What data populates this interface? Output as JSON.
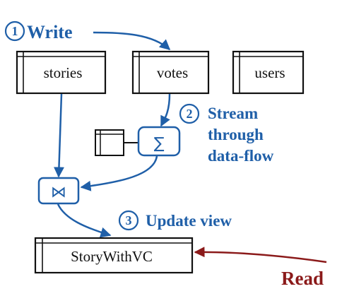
{
  "steps": {
    "write": {
      "number": "1",
      "label": "Write"
    },
    "stream": {
      "number": "2",
      "line1": "Stream",
      "line2": "through",
      "line3": "data-flow"
    },
    "update": {
      "number": "3",
      "label": "Update view"
    }
  },
  "tables": {
    "stories": "stories",
    "votes": "votes",
    "users": "users"
  },
  "operators": {
    "sum": "∑",
    "join": "⋈"
  },
  "view": {
    "label": "StoryWithVC"
  },
  "read": {
    "label": "Read"
  },
  "colors": {
    "flow_blue": "#1f5fa8",
    "read_red": "#8b1a1a",
    "table_border": "#111111"
  }
}
